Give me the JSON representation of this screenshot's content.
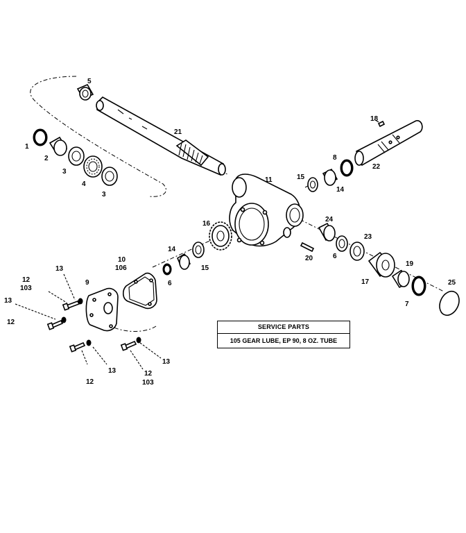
{
  "service_parts": {
    "title": "SERVICE PARTS",
    "line": "105 GEAR LUBE, EP 90, 8 OZ. TUBE"
  },
  "labels": {
    "l1": "1",
    "l2": "2",
    "l3a": "3",
    "l3b": "3",
    "l4": "4",
    "l5": "5",
    "l6a": "6",
    "l6b": "6",
    "l7": "7",
    "l8": "8",
    "l9": "9",
    "l10": "10",
    "l106": "106",
    "l11": "11",
    "l12a": "12",
    "l103a": "103",
    "l12b": "12",
    "l12c": "12",
    "l12d": "12",
    "l103b": "103",
    "l13a": "13",
    "l13b": "13",
    "l13c": "13",
    "l13d": "13",
    "l14a": "14",
    "l14b": "14",
    "l15a": "15",
    "l15b": "15",
    "l16": "16",
    "l17": "17",
    "l18": "18",
    "l19": "19",
    "l20": "20",
    "l21": "21",
    "l22": "22",
    "l23": "23",
    "l24": "24",
    "l25": "25"
  }
}
